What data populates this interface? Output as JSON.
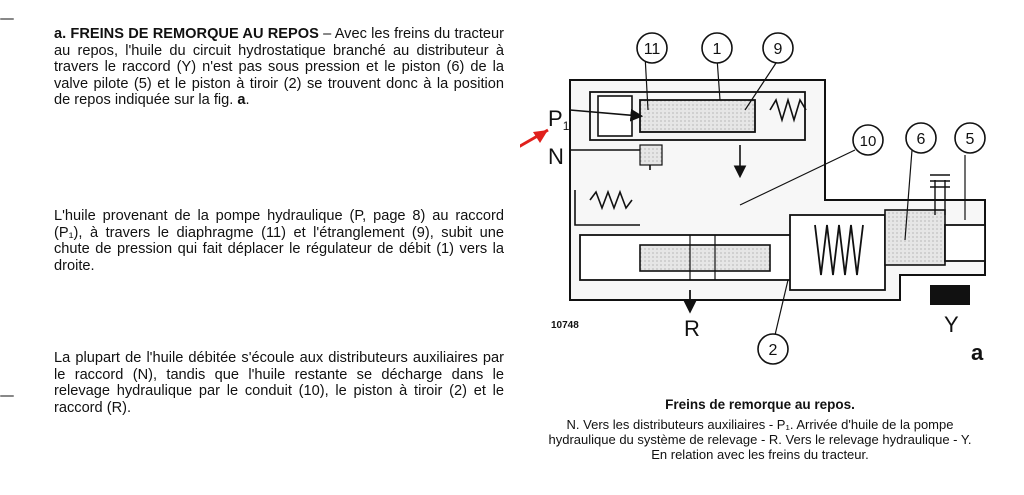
{
  "text": {
    "p1_heading": "a. FREINS DE REMORQUE AU REPOS",
    "p1_body": " – Avec les freins du tracteur au repos, l'huile du circuit hydrostatique branché au distributeur à travers le raccord (Y) n'est pas sous pression et le piston (6) de la valve pilote (5) et le piston à tiroir (2) se trouvent donc à la position de repos indiquée sur la fig. ",
    "p1_fig": "a",
    "p1_end": ".",
    "p2": "L'huile provenant de la pompe hydraulique (P, page 8) au raccord (P₁), à travers le diaphragme (11) et l'étranglement (9), subit une chute de pression qui fait déplacer le régulateur de débit (1) vers la droite.",
    "p3": "La plupart de l'huile débitée s'écoule aux distributeurs auxiliaires par le raccord (N), tandis que l'huile restante se décharge dans le relevage hydraulique par le conduit (10), le piston à tiroir (2) et le raccord (R)."
  },
  "figure": {
    "callouts": {
      "c11": "11",
      "c1": "1",
      "c9": "9",
      "c10": "10",
      "c6": "6",
      "c5": "5",
      "c2": "2"
    },
    "port_labels": {
      "p1": "P",
      "p1_sub": "1",
      "n": "N",
      "r": "R",
      "y": "Y"
    },
    "ref_number": "10748",
    "letter": "a",
    "caption_title": "Freins de remorque au repos.",
    "caption_text": "N. Vers les distributeurs auxiliaires - P₁. Arrivée d'huile de la pompe hydraulique du système de relevage - R. Vers le relevage hydraulique - Y. En relation avec les freins du tracteur."
  },
  "colors": {
    "annotation_arrow": "#e0201c",
    "oil_fill": "#b8b8b8",
    "body_fill": "#ececec"
  }
}
